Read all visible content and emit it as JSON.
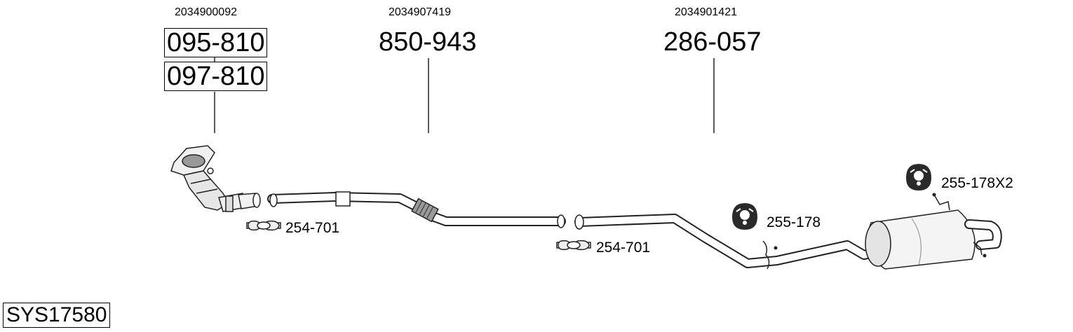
{
  "groups": [
    {
      "oem": "2034900092",
      "parts": [
        "095-810",
        "097-810"
      ]
    },
    {
      "oem": "2034907419",
      "parts": [
        "850-943"
      ]
    },
    {
      "oem": "2034901421",
      "parts": [
        "286-057"
      ]
    }
  ],
  "accessories": {
    "clamp_1": "254-701",
    "clamp_2": "254-701",
    "mount_1": "255-178",
    "mount_2": "255-178X2"
  },
  "system_code": "SYS17580"
}
